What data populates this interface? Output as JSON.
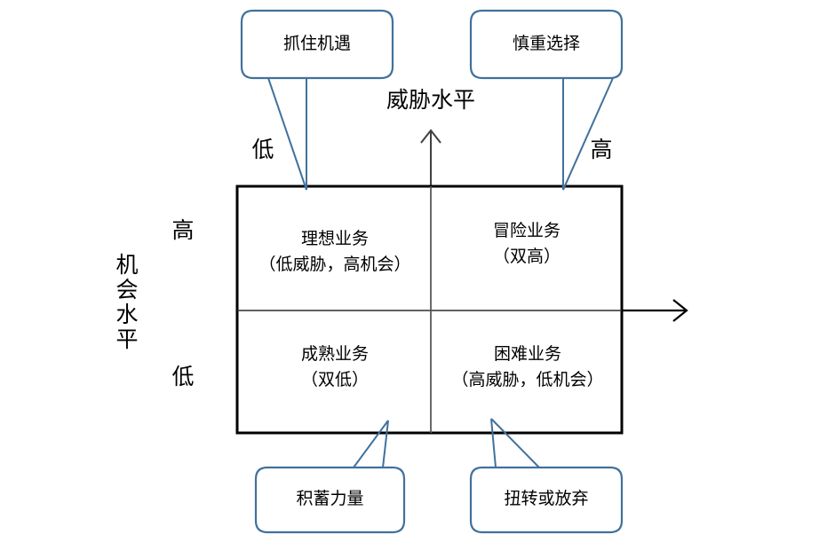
{
  "diagram": {
    "type": "2x2-matrix",
    "axes": {
      "x_title": "威胁水平",
      "x_low_label": "低",
      "x_high_label": "高",
      "y_title": "机会水平",
      "y_high_label": "高",
      "y_low_label": "低"
    },
    "quadrants": [
      {
        "id": "ideal-business",
        "position": "top-left",
        "title": "理想业务",
        "subtitle": "（低威胁，高机会）"
      },
      {
        "id": "risky-business",
        "position": "top-right",
        "title": "冒险业务",
        "subtitle": "（双高）"
      },
      {
        "id": "mature-business",
        "position": "bottom-left",
        "title": "成熟业务",
        "subtitle": "（双低）"
      },
      {
        "id": "difficult-business",
        "position": "bottom-right",
        "title": "困难业务",
        "subtitle": "（高威胁，低机会）"
      }
    ],
    "callouts": [
      {
        "id": "seize-opportunity",
        "position": "top-left",
        "label": "抓住机遇"
      },
      {
        "id": "choose-carefully",
        "position": "top-right",
        "label": "慎重选择"
      },
      {
        "id": "build-strength",
        "position": "bottom-left",
        "label": "积蓄力量"
      },
      {
        "id": "turnaround-or-abandon",
        "position": "bottom-right",
        "label": "扭转或放弃"
      }
    ],
    "colors": {
      "callout_border": "#41719c",
      "callout_fill": "#ffffff",
      "matrix_border": "#000000",
      "divider": "#404040",
      "axis_arrow": "#404040",
      "text": "#000000",
      "background": "#ffffff"
    }
  }
}
